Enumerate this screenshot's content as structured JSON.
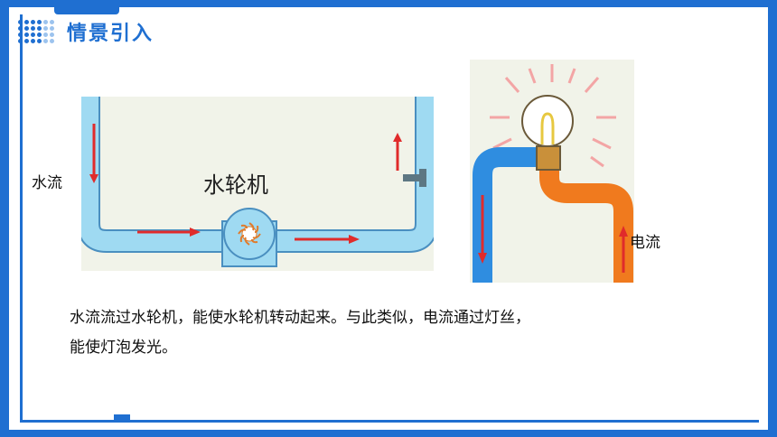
{
  "header": {
    "title": "情景引入"
  },
  "diagram_water": {
    "side_label": "水流",
    "machine_label": "水轮机"
  },
  "diagram_electric": {
    "side_label": "电流"
  },
  "content": {
    "line1": "水流流过水轮机，能使水轮机转动起来。与此类似，电流通过灯丝，",
    "line2": "能使灯泡发光。"
  },
  "colors": {
    "accent": "#1f6fd1",
    "pipe_water": "#8fd3ee",
    "pipe_blue": "#2f8de0",
    "pipe_orange": "#f07a1e",
    "arrow": "#e02b2b"
  }
}
